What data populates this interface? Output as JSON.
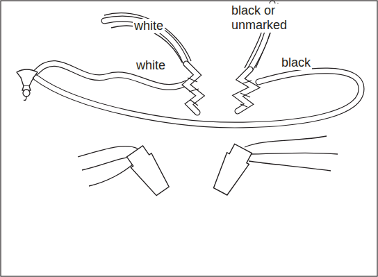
{
  "diagram": {
    "labels": [
      "white",
      "black or unmarked",
      "white",
      "black"
    ]
  }
}
